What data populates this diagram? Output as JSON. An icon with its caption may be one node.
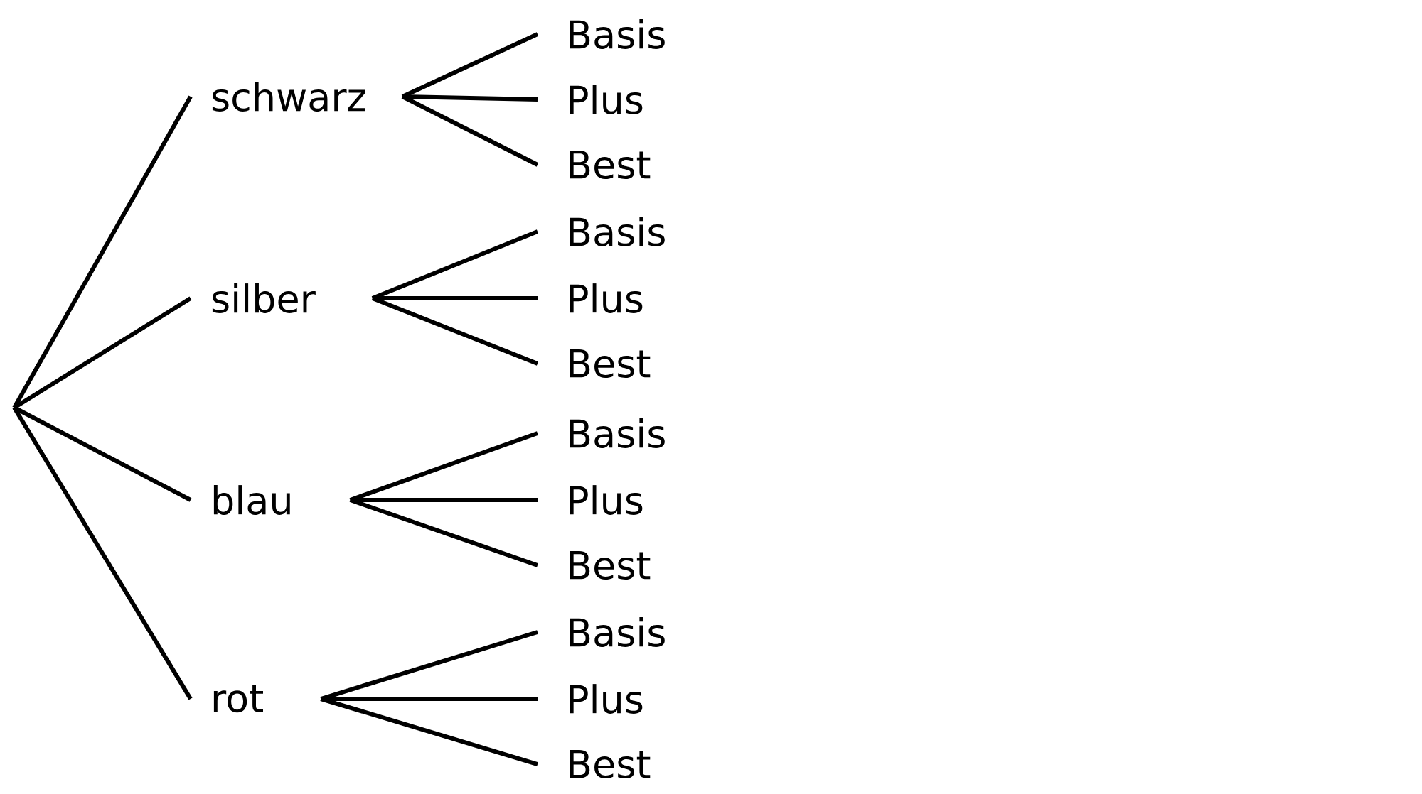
{
  "diagram": {
    "nodes": [
      {
        "text": [
          "schwarz"
        ]
      },
      {
        "text": [
          "Basis"
        ]
      },
      {
        "text": [
          "Plus"
        ]
      },
      {
        "text": [
          "Best"
        ]
      },
      {
        "text": [
          "silber"
        ]
      },
      {
        "text": [
          "Basis"
        ]
      },
      {
        "text": [
          "Plus"
        ]
      },
      {
        "text": [
          "Best"
        ]
      },
      {
        "text": [
          "blau"
        ]
      },
      {
        "text": [
          "Basis"
        ]
      },
      {
        "text": [
          "Plus"
        ]
      },
      {
        "text": [
          "Best"
        ]
      },
      {
        "text": [
          "rot"
        ]
      },
      {
        "text": [
          "Basis"
        ]
      },
      {
        "text": [
          "Plus"
        ]
      },
      {
        "text": [
          "Best"
        ]
      }
    ],
    "edges": [
      {
        "from": null,
        "to": 0,
        "arrow": "none"
      },
      {
        "from": null,
        "to": 4,
        "arrow": "none"
      },
      {
        "from": null,
        "to": 8,
        "arrow": "none"
      },
      {
        "from": null,
        "to": 12,
        "arrow": "none"
      },
      {
        "from": 0,
        "to": 1,
        "arrow": "none"
      },
      {
        "from": 0,
        "to": 2,
        "arrow": "none"
      },
      {
        "from": 0,
        "to": 3,
        "arrow": "none"
      },
      {
        "from": 4,
        "to": 5,
        "arrow": "none"
      },
      {
        "from": 4,
        "to": 6,
        "arrow": "none"
      },
      {
        "from": 4,
        "to": 7,
        "arrow": "none"
      },
      {
        "from": 8,
        "to": 9,
        "arrow": "none"
      },
      {
        "from": 8,
        "to": 10,
        "arrow": "none"
      },
      {
        "from": 8,
        "to": 11,
        "arrow": "none"
      },
      {
        "from": 12,
        "to": 13,
        "arrow": "none"
      },
      {
        "from": 12,
        "to": 14,
        "arrow": "none"
      },
      {
        "from": 12,
        "to": 15,
        "arrow": "none"
      }
    ]
  }
}
